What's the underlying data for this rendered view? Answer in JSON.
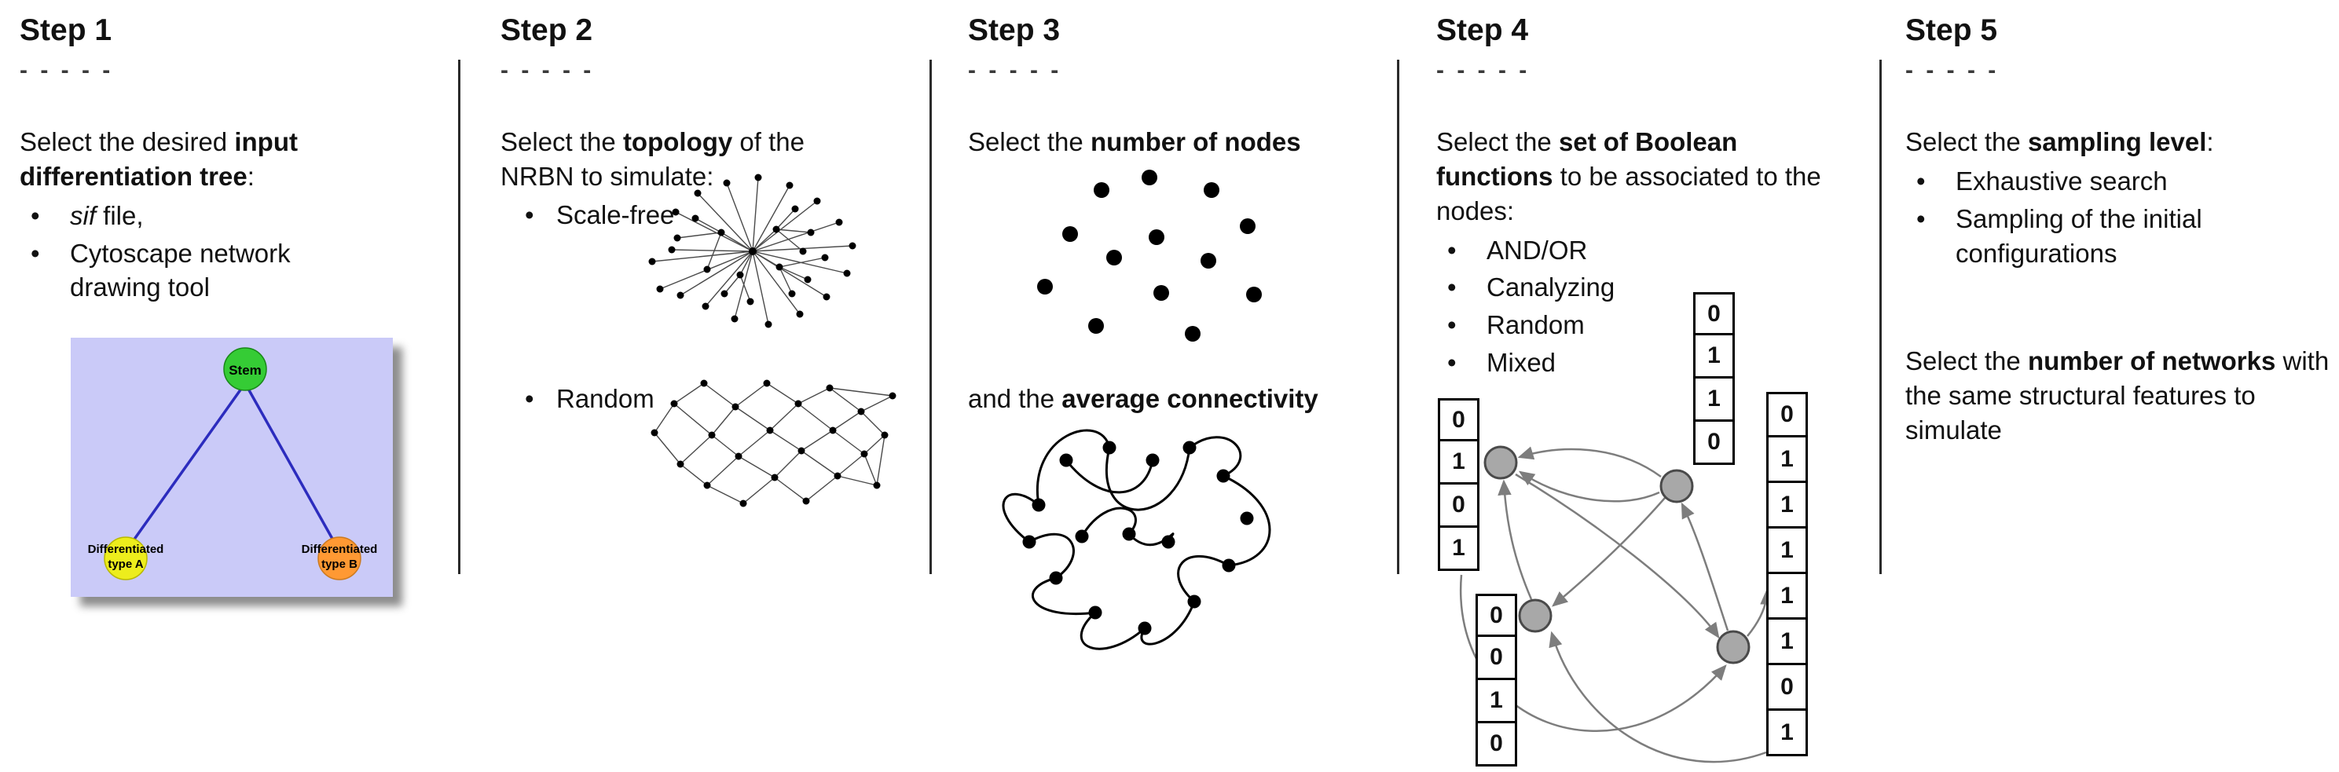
{
  "steps": [
    {
      "title": "Step 1",
      "dashes": "- - - - -",
      "intro": {
        "pre": "Select the desired ",
        "bold": "input differentiation tree",
        "post": ":"
      },
      "bullets": [
        {
          "italic": "sif",
          "text": " file,"
        },
        {
          "text": "Cytoscape network drawing tool"
        }
      ],
      "tree": {
        "stem": "Stem",
        "type_a_l1": "Differentiated",
        "type_a_l2": "type A",
        "type_b_l1": "Differentiated",
        "type_b_l2": "type B",
        "colors": {
          "background": "#cacaf8",
          "stem": "#35cc35",
          "type_a": "#eded1c",
          "type_b": "#ff9933",
          "edge": "#2c2cbe"
        }
      }
    },
    {
      "title": "Step 2",
      "dashes": "- - - - -",
      "intro": {
        "pre": "Select the ",
        "bold": "topology",
        "post": " of the NRBN to simulate:"
      },
      "bullets": [
        {
          "text": "Scale-free"
        },
        {
          "text": "Random"
        }
      ]
    },
    {
      "title": "Step 3",
      "dashes": "- - - - -",
      "line1": {
        "pre": "Select the ",
        "bold": "number of nodes",
        "post": ""
      },
      "line2": {
        "pre": "and the ",
        "bold": "average connectivity",
        "post": ""
      }
    },
    {
      "title": "Step 4",
      "dashes": "- - - - -",
      "intro": {
        "pre": "Select the ",
        "bold": "set of Boolean functions",
        "post": " to be associated to the nodes:"
      },
      "bullets": [
        {
          "text": "AND/OR"
        },
        {
          "text": "Canalyzing"
        },
        {
          "text": "Random"
        },
        {
          "text": "Mixed"
        }
      ],
      "tables": {
        "left": [
          "0",
          "1",
          "0",
          "1"
        ],
        "top": [
          "0",
          "1",
          "1",
          "0"
        ],
        "bottom": [
          "0",
          "0",
          "1",
          "0"
        ],
        "right": [
          "0",
          "1",
          "1",
          "1",
          "1",
          "1",
          "0",
          "1"
        ]
      }
    },
    {
      "title": "Step 5",
      "dashes": "- - - - -",
      "intro": {
        "pre": "Select the ",
        "bold": "sampling level",
        "post": ":"
      },
      "bullets": [
        {
          "text": "Exhaustive search"
        },
        {
          "text": "Sampling of the initial configurations"
        }
      ],
      "para2": {
        "pre": "Select the ",
        "bold": "number of networks",
        "post": " with the same structural features to simulate"
      }
    }
  ]
}
